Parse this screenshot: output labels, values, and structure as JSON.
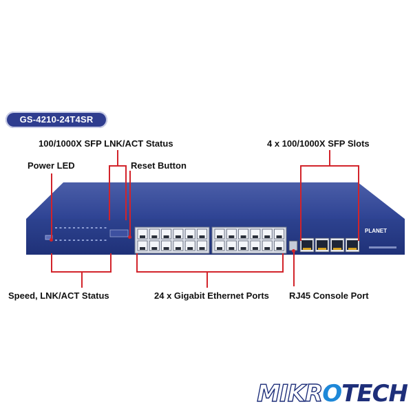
{
  "model": "GS-4210-24T4SR",
  "labels": {
    "sfp_status": "100/1000X SFP LNK/ACT Status",
    "sfp_slots": "4 x 100/1000X SFP Slots",
    "power_led": "Power LED",
    "reset_button": "Reset Button",
    "speed_status": "Speed, LNK/ACT Status",
    "ethernet_ports": "24 x Gigabit Ethernet Ports",
    "console_port": "RJ45 Console Port"
  },
  "device": {
    "brand": "PLANET",
    "ports_count": 24,
    "sfp_count": 4
  },
  "watermark": {
    "part1": "MIKR",
    "part2": "O",
    "part3": "TECH"
  },
  "colors": {
    "accent": "#d2232a",
    "panel": "#2b3f8f",
    "pill": "#2f3d8f"
  }
}
